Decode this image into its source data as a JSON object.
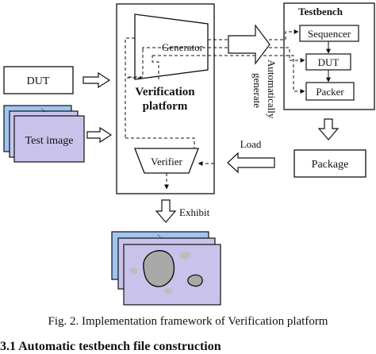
{
  "diagram": {
    "testbench_title": "Testbench",
    "sequencer": "Sequencer",
    "dut_inner": "DUT",
    "packer": "Packer",
    "dut_input": "DUT",
    "test_image": "Test image",
    "generator": "Generator",
    "platform_line1": "Verification",
    "platform_line2": "platform",
    "verifier": "Verifier",
    "auto_line1": "Automatically",
    "auto_line2": "generate",
    "load": "Load",
    "package": "Package",
    "exhibit": "Exhibit",
    "ellipsis": "..."
  },
  "caption": "Fig. 2. Implementation framework of Verification platform",
  "section_heading": "3.1 Automatic testbench file construction",
  "colors": {
    "stack_blue": "#9ec5f2",
    "stack_purple": "#c9c3ec",
    "blob_fill": "#a9a9a9",
    "blob_light": "#bebebe",
    "stroke": "#111111"
  }
}
